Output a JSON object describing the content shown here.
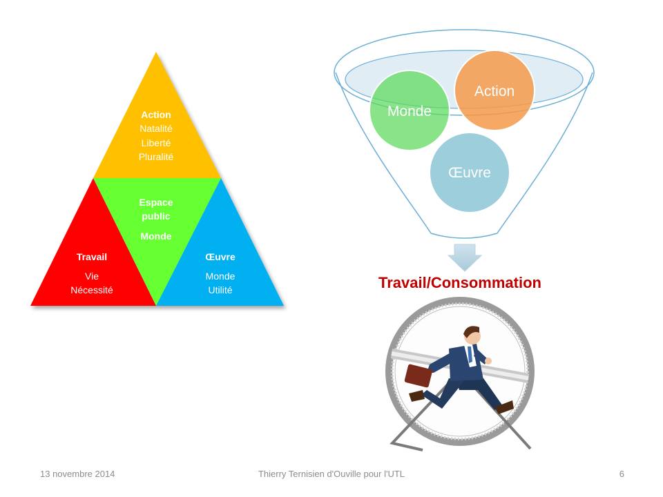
{
  "pyramid": {
    "top": {
      "title": "Action",
      "lines": [
        "Natalité",
        "Liberté",
        "Pluralité"
      ],
      "color": "#FFC000"
    },
    "center": {
      "title_line1": "Espace",
      "title_line2": "public",
      "subtitle": "Monde",
      "color": "#66FF33"
    },
    "left": {
      "title": "Travail",
      "lines": [
        "Vie",
        "Nécessité"
      ],
      "color": "#FF0000"
    },
    "right": {
      "title": "Œuvre",
      "lines": [
        "Monde",
        "Utilité"
      ],
      "color": "#00B0F0"
    }
  },
  "funnel": {
    "circles": [
      {
        "label": "Monde",
        "color": "#5CD95C"
      },
      {
        "label": "Action",
        "color": "#F59A4A"
      },
      {
        "label": "Œuvre",
        "color": "#9CCFDB"
      }
    ]
  },
  "result": {
    "label": "Travail/Consommation",
    "color": "#C00000"
  },
  "footer": {
    "date": "13 novembre  2014",
    "author": "Thierry Ternisien d'Ouville pour l'UTL",
    "page": "6"
  }
}
